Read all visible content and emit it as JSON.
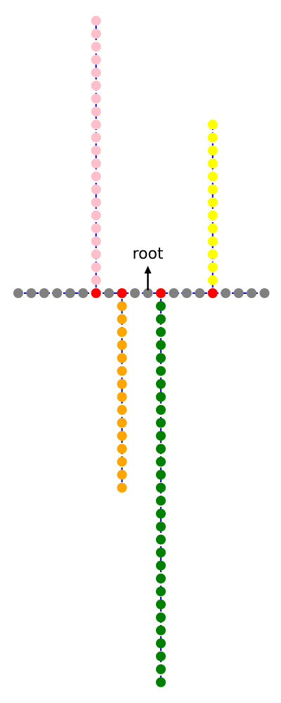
{
  "diagram": {
    "root_label": "root",
    "colors": {
      "edge": "#0000cc",
      "arrow": "#000000",
      "spine_node": "#808080",
      "junction_node": "#ff0000",
      "background": "#ffffff"
    },
    "spine": {
      "node_count": 20,
      "node_color": "#808080",
      "junction_color": "#ff0000"
    },
    "branches": [
      {
        "name": "pink-branch",
        "direction": "up",
        "spine_index": 6,
        "node_count": 21,
        "color": "#ffc0cb"
      },
      {
        "name": "orange-branch",
        "direction": "down",
        "spine_index": 8,
        "node_count": 15,
        "color": "#ffa500"
      },
      {
        "name": "green-branch",
        "direction": "down",
        "spine_index": 11,
        "node_count": 30,
        "color": "#008000"
      },
      {
        "name": "yellow-branch",
        "direction": "up",
        "spine_index": 15,
        "node_count": 13,
        "color": "#ffff00"
      }
    ],
    "root_spine_index": 10
  }
}
